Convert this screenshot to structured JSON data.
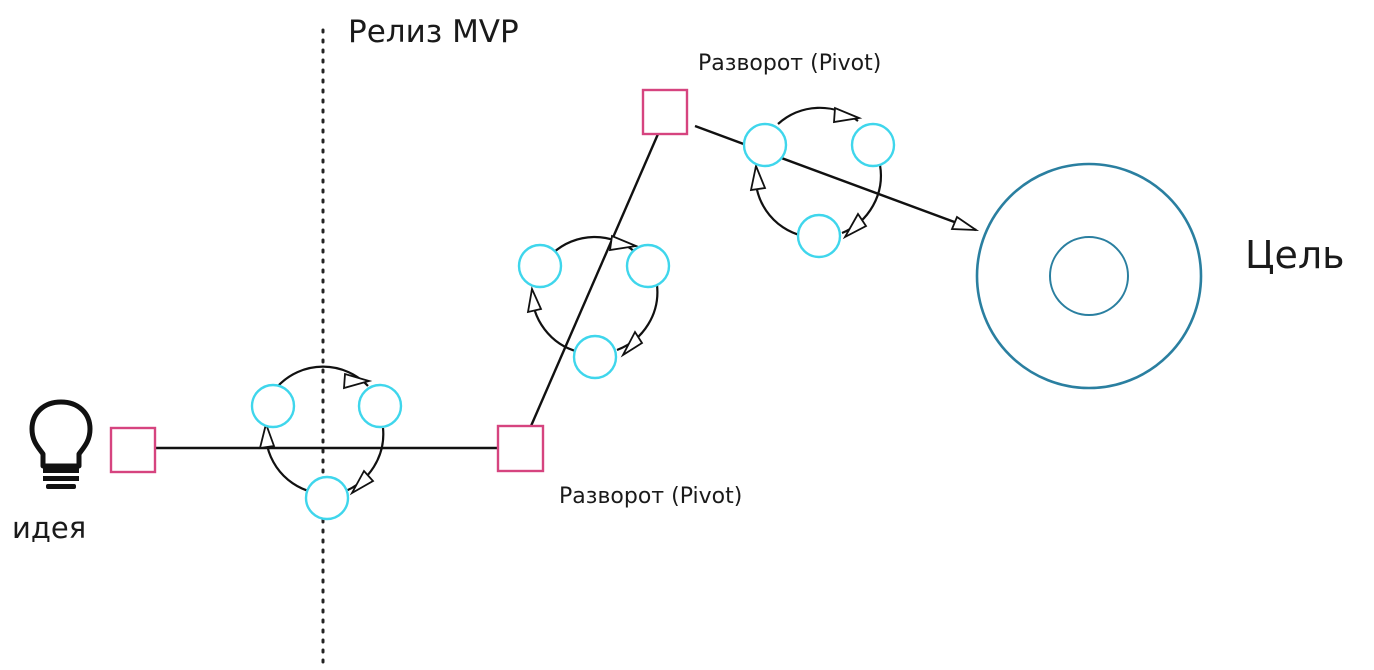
{
  "labels": {
    "mvp_release": "Релиз MVP",
    "pivot_top": "Разворот (Pivot)",
    "pivot_bottom": "Разворот (Pivot)",
    "goal": "Цель",
    "idea": "идея"
  },
  "colors": {
    "line": "#111111",
    "pivot_box": "#d6447f",
    "iteration_circle": "#3fd6ec",
    "goal_ring": "#2a7fa0",
    "text": "#1a1a1a"
  },
  "icons": {
    "idea": "lightbulb-icon"
  }
}
